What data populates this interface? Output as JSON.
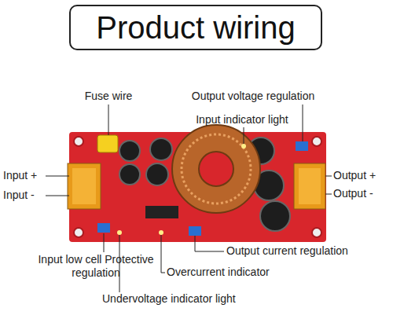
{
  "diagram": {
    "title": "Product wiring",
    "labels": [
      "Fuse wire",
      "Output voltage regulation",
      "Input indicator light",
      "Input +",
      "Input -",
      "Output +",
      "Output -",
      "Input low cell Protective regulation",
      "Output current regulation",
      "Overcurrent indicator",
      "Undervoltage indicator light"
    ]
  }
}
